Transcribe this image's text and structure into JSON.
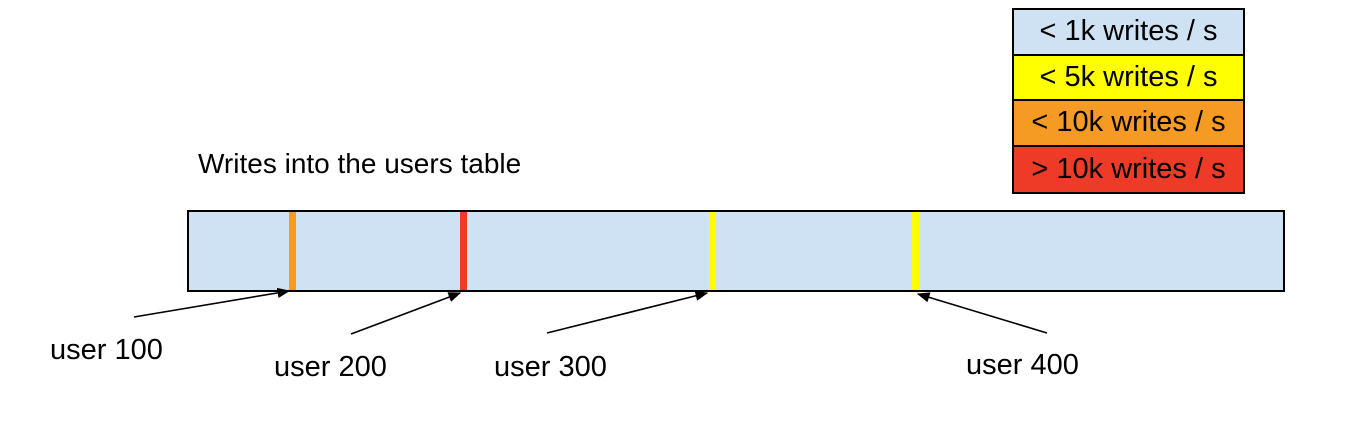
{
  "title": "Writes into the users table",
  "legend": {
    "items": [
      {
        "label": "< 1k writes / s",
        "color": "#cfe2f3"
      },
      {
        "label": "< 5k writes / s",
        "color": "#ffff00"
      },
      {
        "label": "< 10k writes / s",
        "color": "#f59b23"
      },
      {
        "label": "> 10k writes / s",
        "color": "#ee3b28"
      }
    ]
  },
  "bar": {
    "fill": "#cfe2f3",
    "border": "#000000"
  },
  "hotspots": [
    {
      "label": "user 100",
      "rate": "< 10k writes / s",
      "color": "#f59b23"
    },
    {
      "label": "user 200",
      "rate": "> 10k writes / s",
      "color": "#ee3b28"
    },
    {
      "label": "user 300",
      "rate": "< 5k writes / s",
      "color": "#ffff00"
    },
    {
      "label": "user 400",
      "rate": "< 5k writes / s",
      "color": "#ffff00"
    }
  ]
}
